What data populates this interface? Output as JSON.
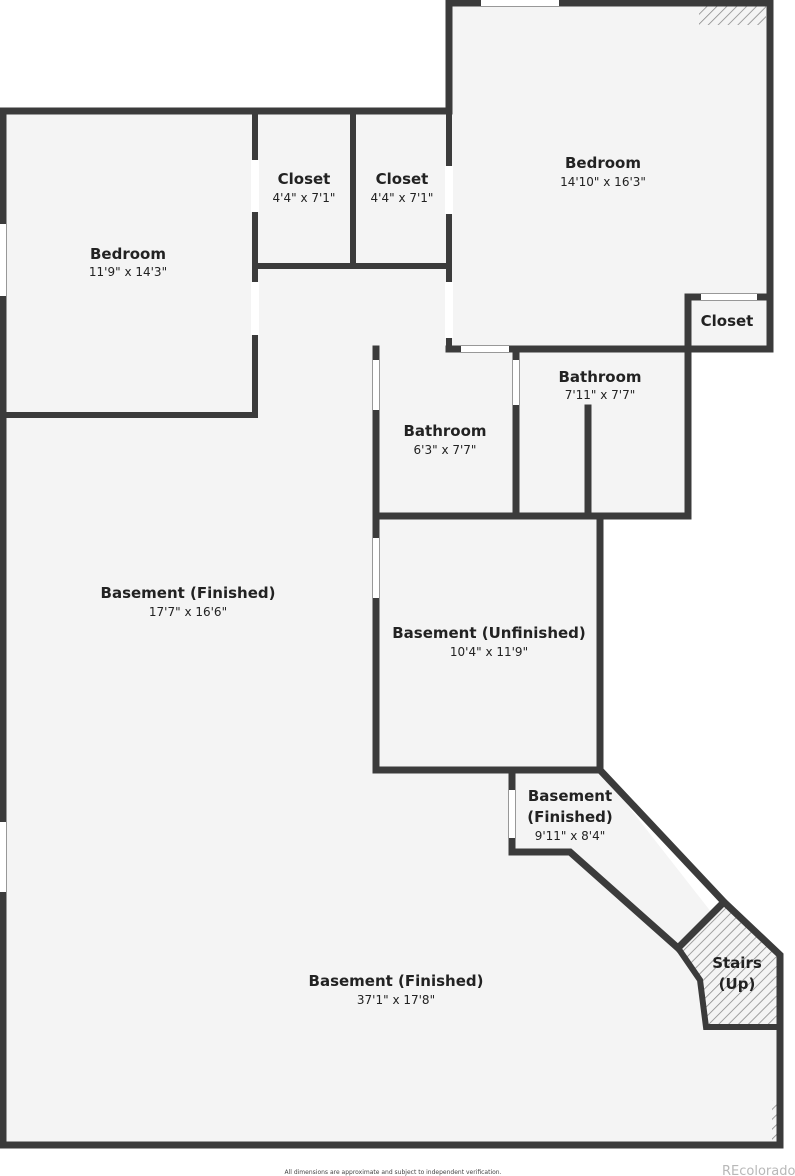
{
  "colors": {
    "floor": "#f4f4f4",
    "wall": "#3b3b3b",
    "opening": "#ffffff",
    "hatch": "#8a8a8a"
  },
  "rooms": {
    "bedroom_left": {
      "name": "Bedroom",
      "dims": "11'9\" x 14'3\""
    },
    "closet_1": {
      "name": "Closet",
      "dims": "4'4\" x 7'1\""
    },
    "closet_2": {
      "name": "Closet",
      "dims": "4'4\" x 7'1\""
    },
    "bedroom_right": {
      "name": "Bedroom",
      "dims": "14'10\" x 16'3\""
    },
    "closet_small": {
      "name": "Closet"
    },
    "bathroom_left": {
      "name": "Bathroom",
      "dims": "6'3\" x 7'7\""
    },
    "bathroom_right": {
      "name": "Bathroom",
      "dims": "7'11\" x 7'7\""
    },
    "basement_finished_main": {
      "name": "Basement (Finished)",
      "dims": "17'7\" x 16'6\""
    },
    "basement_unfinished": {
      "name": "Basement (Unfinished)",
      "dims": "10'4\" x 11'9\""
    },
    "basement_finished_hall": {
      "name_line1": "Basement",
      "name_line2": "(Finished)",
      "dims": "9'11\" x 8'4\""
    },
    "stairs": {
      "name_line1": "Stairs",
      "name_line2": "(Up)"
    },
    "basement_finished_lower": {
      "name": "Basement (Finished)",
      "dims": "37'1\" x 17'8\""
    }
  },
  "footer": {
    "disclaimer": "All dimensions are approximate and subject to independent verification.",
    "brand": "REcolorado"
  }
}
